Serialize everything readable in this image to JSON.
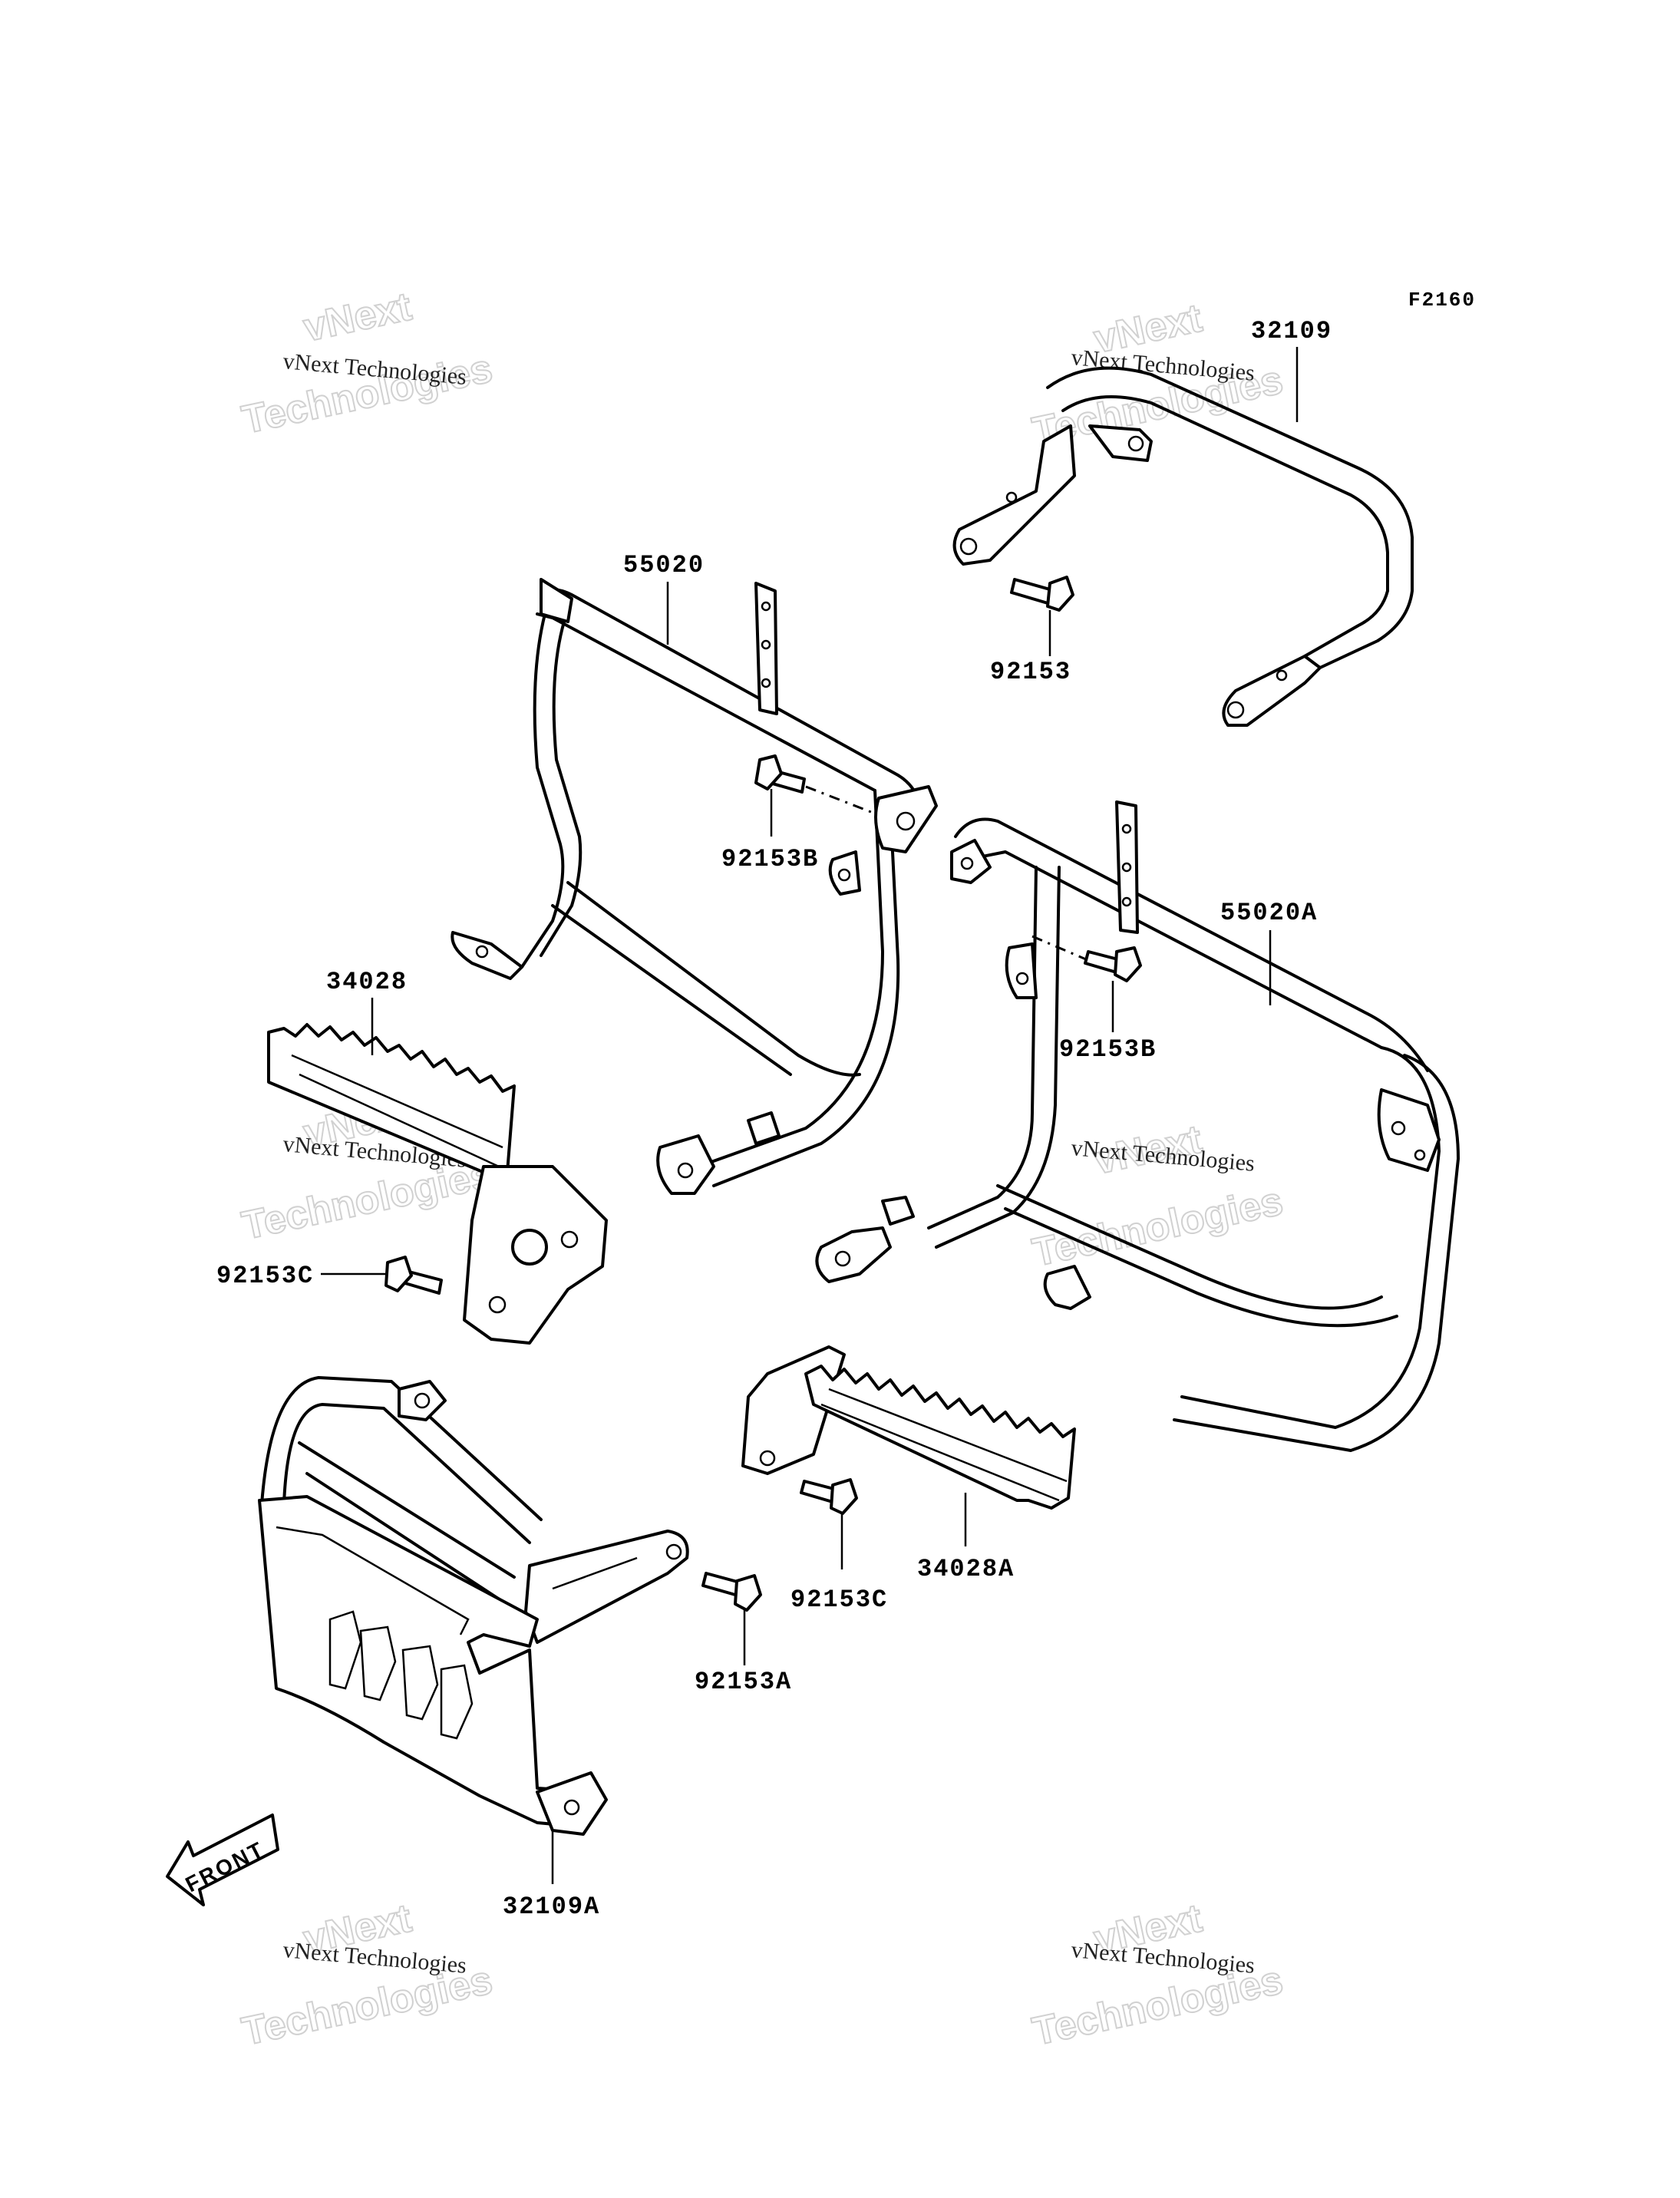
{
  "figure_code": "F2160",
  "watermark": {
    "line1": "vNext Technologies",
    "big_top": "vNext",
    "big_bottom": "Technologies"
  },
  "front_label": "FRONT",
  "parts": {
    "p32109": "32109",
    "p92153": "92153",
    "p55020": "55020",
    "p92153B_left": "92153B",
    "p55020A": "55020A",
    "p92153B_right": "92153B",
    "p34028": "34028",
    "p92153C_left": "92153C",
    "p34028A": "34028A",
    "p92153C_right": "92153C",
    "p92153A": "92153A",
    "p32109A": "32109A"
  }
}
